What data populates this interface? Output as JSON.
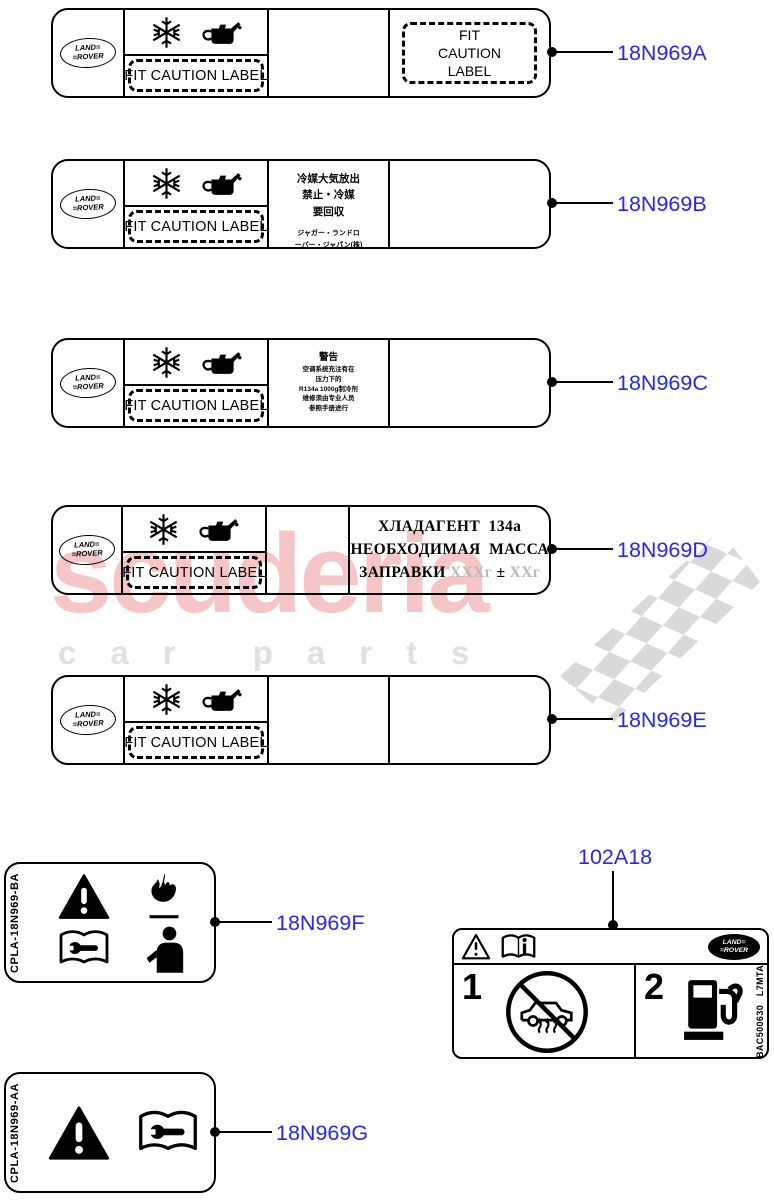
{
  "watermark": {
    "brand": "scuderia",
    "tagline": "car parts",
    "brand_color": "#f6c5c5",
    "tagline_color": "#e0e0e0"
  },
  "colors": {
    "callout_blue": "#2727ee",
    "line_black": "#000000"
  },
  "logo": {
    "line1": "LAND=",
    "line2": "=ROVER"
  },
  "fit_caution_inline": "FIT CAUTION LABEL",
  "fit_caution_stack": {
    "l1": "FIT",
    "l2": "CAUTION",
    "l3": "LABEL"
  },
  "strips": [
    {
      "callout": "18N969A"
    },
    {
      "callout": "18N969B",
      "jp": {
        "l1": "冷媒大気放出",
        "l2": "禁止・冷媒",
        "l3": "要回収",
        "s1": "ジャガー・ランドロ",
        "s2": "ーバー・ジャパン(株)"
      }
    },
    {
      "callout": "18N969C",
      "cn": {
        "title": "警告",
        "l1": "空调系统充注有在",
        "l2": "压力下的",
        "l3": "R134a 1000g制冷剂",
        "l4": "维修须由专业人员",
        "l5": "参照手册进行"
      }
    },
    {
      "callout": "18N969D",
      "ru": {
        "l1": "ХЛАДАГЕНТ  134a",
        "l2": "НЕОБХОДИМАЯ  МАССА",
        "l3_label": "ЗАПРАВКИ",
        "l3_v1": "XXXг",
        "l3_pm": "±",
        "l3_v2": "XXг"
      }
    },
    {
      "callout": "18N969E"
    }
  ],
  "label_f": {
    "callout": "18N969F",
    "side_code": "CPLA-18N969-BA"
  },
  "label_g": {
    "callout": "18N969G",
    "side_code": "CPLA-18N969-AA"
  },
  "fuel_label": {
    "callout": "102A18",
    "item1": "1",
    "item2": "2",
    "side_code": "BAC500630   L7MTA"
  }
}
